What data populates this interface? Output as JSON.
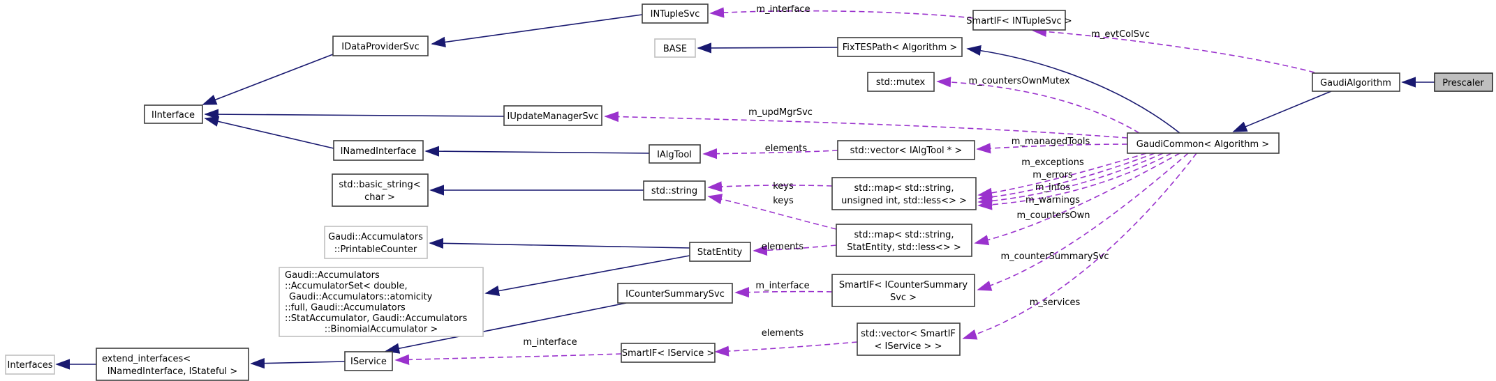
{
  "diagram": {
    "colors": {
      "background": "#ffffff",
      "inheritance_edge": "#191970",
      "usage_edge": "#9a32cd",
      "node_border": "#3d3d3d",
      "external_node_border": "#bfbfbf",
      "highlighted_node_fill": "#bfbfbf",
      "text": "#000000"
    },
    "nodes": {
      "intuplesvc": "INTupleSvc",
      "smartif_intuplesvc": "SmartIF< INTupleSvc >",
      "idataprovidersvc": "IDataProviderSvc",
      "base": "BASE",
      "fixtespath": "FixTESPath< Algorithm >",
      "std_mutex": "std::mutex",
      "gaudialgorithm": "GaudiAlgorithm",
      "prescaler": "Prescaler",
      "iinterface": "IInterface",
      "iupdatemanagersvc": "IUpdateManagerSvc",
      "gaudicommon": "GaudiCommon< Algorithm >",
      "inamedinterface": "INamedInterface",
      "ialgtool": "IAlgTool",
      "vector_ialgtool": "std::vector< IAlgTool * >",
      "basic_string": [
        "std::basic_string<",
        "char >"
      ],
      "std_string": "std::string",
      "map_unsigned": [
        "std::map< std::string,",
        "unsigned int, std::less<> >"
      ],
      "printable_counter": [
        "Gaudi::Accumulators",
        "::PrintableCounter"
      ],
      "statentity": "StatEntity",
      "map_statentity": [
        "std::map< std::string,",
        "StatEntity, std::less<> >"
      ],
      "accumulatorset": [
        "Gaudi::Accumulators",
        "::AccumulatorSet< double,",
        "Gaudi::Accumulators::atomicity",
        "::full, Gaudi::Accumulators",
        "::StatAccumulator, Gaudi::Accumulators",
        "::BinomialAccumulator >"
      ],
      "icountersummarysvc": "ICounterSummarySvc",
      "smartif_icountersummarysvc": [
        "SmartIF< ICounterSummary",
        "Svc >"
      ],
      "vector_smartif_iservice": [
        "std::vector< SmartIF",
        "< IService > >"
      ],
      "smartif_iservice": "SmartIF< IService >",
      "interfaces": "Interfaces",
      "extend_interfaces": [
        "extend_interfaces<",
        "INamedInterface, IStateful >"
      ],
      "iservice": "IService"
    },
    "edge_labels": {
      "intuplesvc_interface": "m_interface",
      "evt_col_svc": "m_evtColSvc",
      "counters_own_mutex": "m_countersOwnMutex",
      "upd_mgr_svc": "m_updMgrSvc",
      "algtool_elements": "elements",
      "managed_tools": "m_managedTools",
      "keys_unsigned": "keys",
      "keys_statentity": "keys",
      "exceptions": "m_exceptions",
      "errors": "m_errors",
      "infos": "m_infos",
      "warnings": "m_warnings",
      "counters_own": "m_countersOwn",
      "statentity_elements": "elements",
      "countersummary_interface": "m_interface",
      "counter_summary_svc": "m_counterSummarySvc",
      "services": "m_services",
      "service_vector_elements": "elements",
      "iservice_interface": "m_interface"
    }
  }
}
